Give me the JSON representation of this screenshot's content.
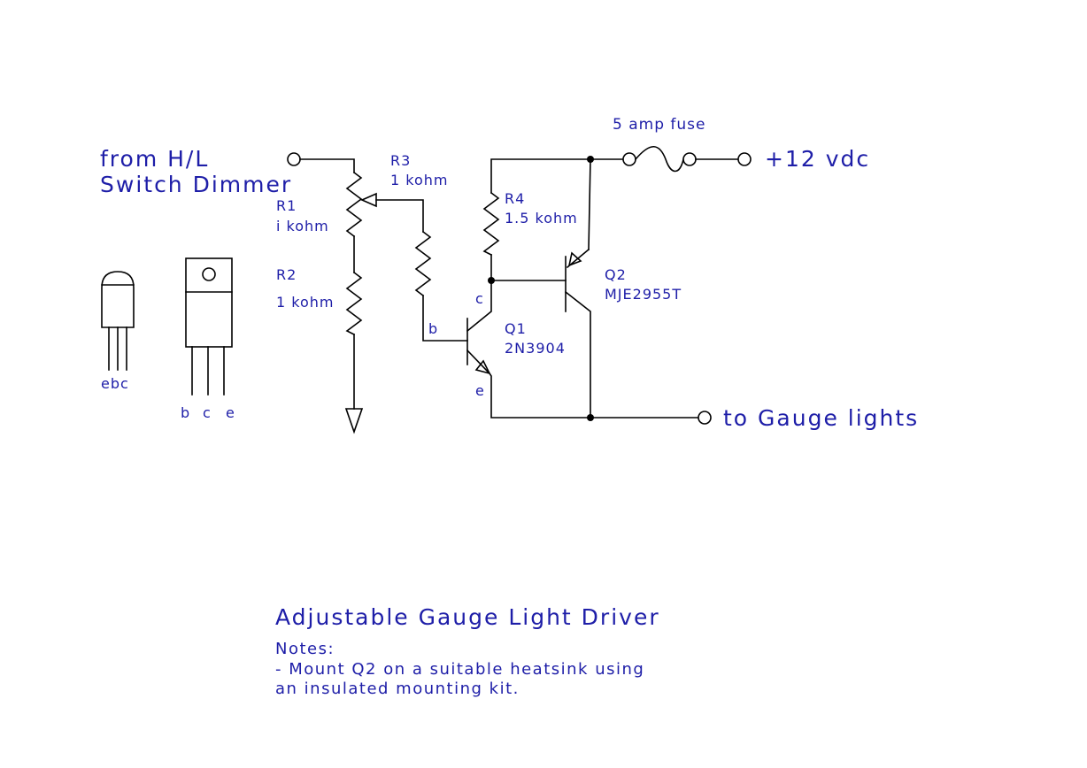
{
  "labels": {
    "input_line1": "from H/L",
    "input_line2": "Switch Dimmer",
    "fuse": "5 amp fuse",
    "supply": "+12 vdc",
    "output": "to Gauge lights"
  },
  "components": {
    "r1": {
      "ref": "R1",
      "value": "i kohm"
    },
    "r2": {
      "ref": "R2",
      "value": "1 kohm"
    },
    "r3": {
      "ref": "R3",
      "value": "1 kohm"
    },
    "r4": {
      "ref": "R4",
      "value": "1.5 kohm"
    },
    "q1": {
      "ref": "Q1",
      "part": "2N3904",
      "pin_b": "b",
      "pin_c": "c",
      "pin_e": "e"
    },
    "q2": {
      "ref": "Q2",
      "part": "MJE2955T"
    }
  },
  "packages": {
    "to92_pins": "ebc",
    "to220_pin_b": "b",
    "to220_pin_c": "c",
    "to220_pin_e": "e"
  },
  "title": "Adjustable Gauge Light Driver",
  "notes": {
    "heading": "Notes:",
    "line1": "- Mount Q2 on a suitable heatsink using",
    "line2": "an insulated mounting kit."
  },
  "colors": {
    "text": "#1e1ea8",
    "wire": "#000000",
    "background": "#ffffff"
  }
}
